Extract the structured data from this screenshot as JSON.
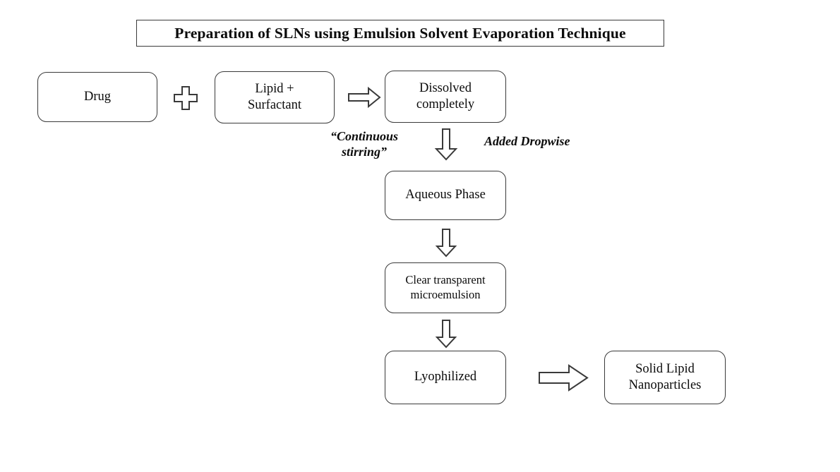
{
  "diagram": {
    "title": "Preparation of SLNs using Emulsion Solvent Evaporation Technique",
    "background_color": "#ffffff",
    "stroke_color": "#3a3a3a",
    "text_color": "#0b0b0b",
    "nodes": [
      {
        "id": "drug",
        "label": "Drug"
      },
      {
        "id": "lipid",
        "label": "Lipid +\nSurfactant"
      },
      {
        "id": "dissolved",
        "label": "Dissolved\ncompletely"
      },
      {
        "id": "aqueous",
        "label": "Aqueous Phase"
      },
      {
        "id": "micro",
        "label": "Clear transparent\nmicroemulsion"
      },
      {
        "id": "lyo",
        "label": "Lyophilized"
      },
      {
        "id": "slns",
        "label": "Solid Lipid\nNanoparticles"
      }
    ],
    "connectors": [
      {
        "id": "plus-drug-lipid",
        "icon": "plus-icon"
      },
      {
        "id": "arrow-lipid-dissolved",
        "icon": "arrow-right-icon"
      },
      {
        "id": "arrow-dissolved-aqueous",
        "icon": "arrow-down-icon"
      },
      {
        "id": "arrow-aqueous-micro",
        "icon": "arrow-down-icon"
      },
      {
        "id": "arrow-micro-lyo",
        "icon": "arrow-down-icon"
      },
      {
        "id": "arrow-lyo-slns",
        "icon": "arrow-right-icon"
      }
    ],
    "annotations": [
      {
        "id": "stirring",
        "text": "“Continuous\nstirring”"
      },
      {
        "id": "dropwise",
        "text": "Added Dropwise"
      }
    ]
  }
}
